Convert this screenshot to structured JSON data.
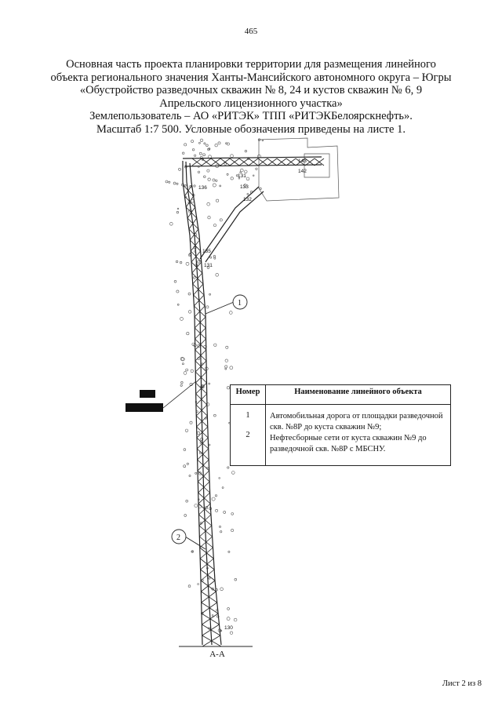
{
  "page_number": "465",
  "title_lines": [
    "Основная часть проекта планировки территории для размещения линейного",
    "объекта регионального значения Ханты-Мансийского автономного округа – Югры",
    "«Обустройство разведочных скважин № 8, 24 и кустов скважин № 6, 9",
    "Апрельского лицензионного участка»",
    "Землепользователь – АО «РИТЭК» ТПП «РИТЭКБелоярскнефть».",
    "Масштаб 1:7 500. Условные обозначения приведены на листе 1."
  ],
  "map": {
    "point_labels": [
      "143",
      "142",
      "131",
      "133",
      "136",
      "132",
      "135",
      "131",
      "130"
    ],
    "callouts": [
      "1",
      "2"
    ],
    "colors": {
      "line": "#222222",
      "paper": "#ffffff"
    }
  },
  "legend": {
    "headers": {
      "number": "Номер",
      "name": "Наименование линейного объекта"
    },
    "rows": [
      {
        "number": "1",
        "name": "Автомобильная дорога от площадки разведочной скв. №8Р до куста скважин №9;"
      },
      {
        "number": "2",
        "name": "Нефтесборные сети от куста скважин №9 до разведочной скв. №8Р с МБСНУ."
      }
    ]
  },
  "section_label": "А-А",
  "sheet_label": "Лист 2 из 8"
}
